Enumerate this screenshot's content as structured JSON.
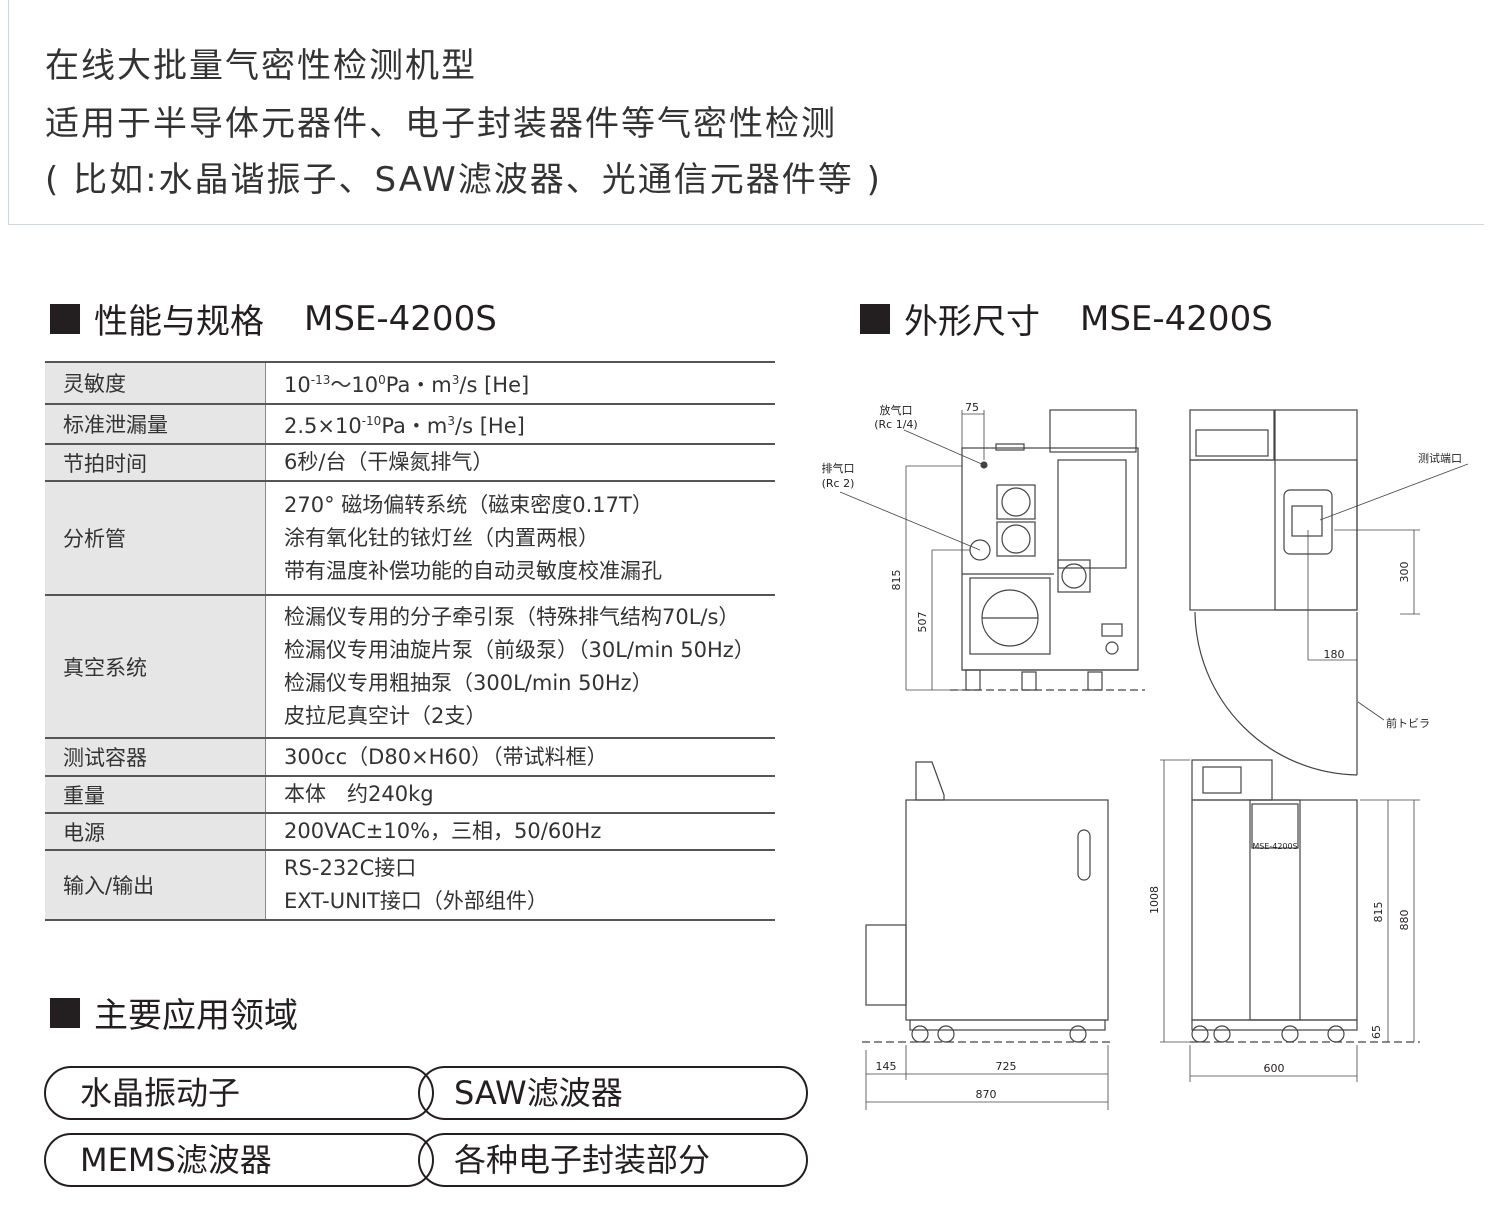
{
  "intro": {
    "line1": "在线大批量气密性检测机型",
    "line2": "适用于半导体元器件、电子封装器件等气密性检测",
    "line3": "( 比如:水晶谐振子、SAW滤波器、光通信元器件等 )"
  },
  "spec_section": {
    "title": "性能与规格",
    "model": "MSE-4200S"
  },
  "dim_section": {
    "title": "外形尺寸",
    "model": "MSE-4200S"
  },
  "apps_section": {
    "title": "主要应用领域"
  },
  "specs": [
    {
      "label": "灵敏度",
      "lines": [
        "10-13～100Pa・m3/s [He]"
      ]
    },
    {
      "label": "标准泄漏量",
      "lines": [
        "2.5×10-10Pa・m3/s [He]"
      ]
    },
    {
      "label": "节拍时间",
      "lines": [
        "6秒/台（干燥氮排气）"
      ]
    },
    {
      "label": "分析管",
      "lines": [
        "270° 磁场偏转系统（磁束密度0.17T）",
        "涂有氧化钍的铱灯丝（内置两根）",
        "带有温度补偿功能的自动灵敏度校准漏孔"
      ]
    },
    {
      "label": "真空系统",
      "lines": [
        "检漏仪专用的分子牵引泵（特殊排气结构70L/s）",
        "检漏仪专用油旋片泵（前级泵）（30L/min 50Hz）",
        "检漏仪专用粗抽泵（300L/min 50Hz）",
        "皮拉尼真空计（2支）"
      ]
    },
    {
      "label": "测试容器",
      "lines": [
        "300cc（D80×H60）（带试料框）"
      ]
    },
    {
      "label": "重量",
      "lines": [
        "本体　约240kg"
      ]
    },
    {
      "label": "电源",
      "lines": [
        "200VAC±10%，三相，50/60Hz"
      ]
    },
    {
      "label": "输入/输出",
      "lines": [
        "RS-232C接口",
        "EXT-UNIT接口（外部组件）"
      ]
    }
  ],
  "applications": [
    "水晶振动子",
    "SAW滤波器",
    "MEMS滤波器",
    "各种电子封装部分"
  ],
  "drawing": {
    "vent_port_label": "放气口",
    "vent_port_size": "(Rc 1/4)",
    "exhaust_port_label": "排气口",
    "exhaust_port_size": "(Rc 2)",
    "test_port_label": "测试端口",
    "front_door_label": "前トビラ",
    "nameplate": "MSE-4200S",
    "dims": {
      "d75": "75",
      "d815_top": "815",
      "d507": "507",
      "d300": "300",
      "d180": "180",
      "d1008": "1008",
      "d815_front": "815",
      "d880": "880",
      "d65": "65",
      "d145": "145",
      "d725": "725",
      "d870": "870",
      "d600": "600"
    }
  }
}
